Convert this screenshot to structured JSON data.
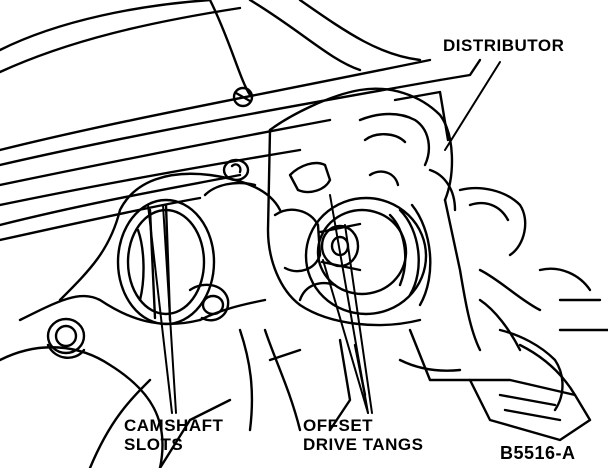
{
  "labels": {
    "distributor": "DISTRIBUTOR",
    "camshaft_line1": "CAMSHAFT",
    "camshaft_line2": "SLOTS",
    "offset_line1": "OFFSET",
    "offset_line2": "DRIVE TANGS",
    "figure_id": "B5516-A"
  },
  "colors": {
    "ink": "#000000",
    "paper": "#ffffff"
  }
}
